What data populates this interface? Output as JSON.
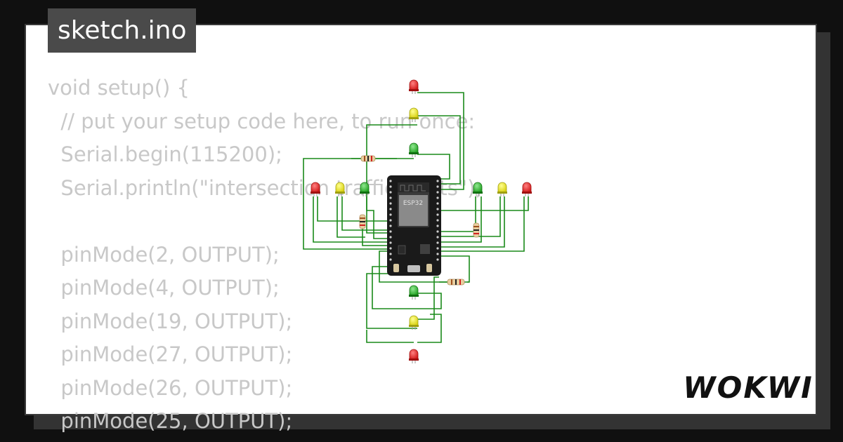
{
  "title": "sketch.ino",
  "code_lines": [
    "void setup() {",
    "  // put your setup code here, to run once:",
    "  Serial.begin(115200);",
    "  Serial.println(\"intersection traffic lights\");",
    "",
    "  pinMode(2, OUTPUT);",
    "  pinMode(4, OUTPUT);",
    "  pinMode(19, OUTPUT);",
    "  pinMode(27, OUTPUT);",
    "  pinMode(26, OUTPUT);",
    "  pinMode(25, OUTPUT);"
  ],
  "board_label": "ESP32",
  "logo_text": "WOKWI",
  "colors": {
    "background": "#101010",
    "card": "#ffffff",
    "code_text": "#c8c8c8",
    "title_tab": "#4a4a4a",
    "wire": "#1a8a1a",
    "led_red": "#e02020",
    "led_yellow": "#e6e620",
    "led_green": "#30b030",
    "board": "#1a1a1a"
  },
  "icons": [
    "esp32-board-icon",
    "led-icon",
    "resistor-icon",
    "wokwi-logo-icon"
  ]
}
